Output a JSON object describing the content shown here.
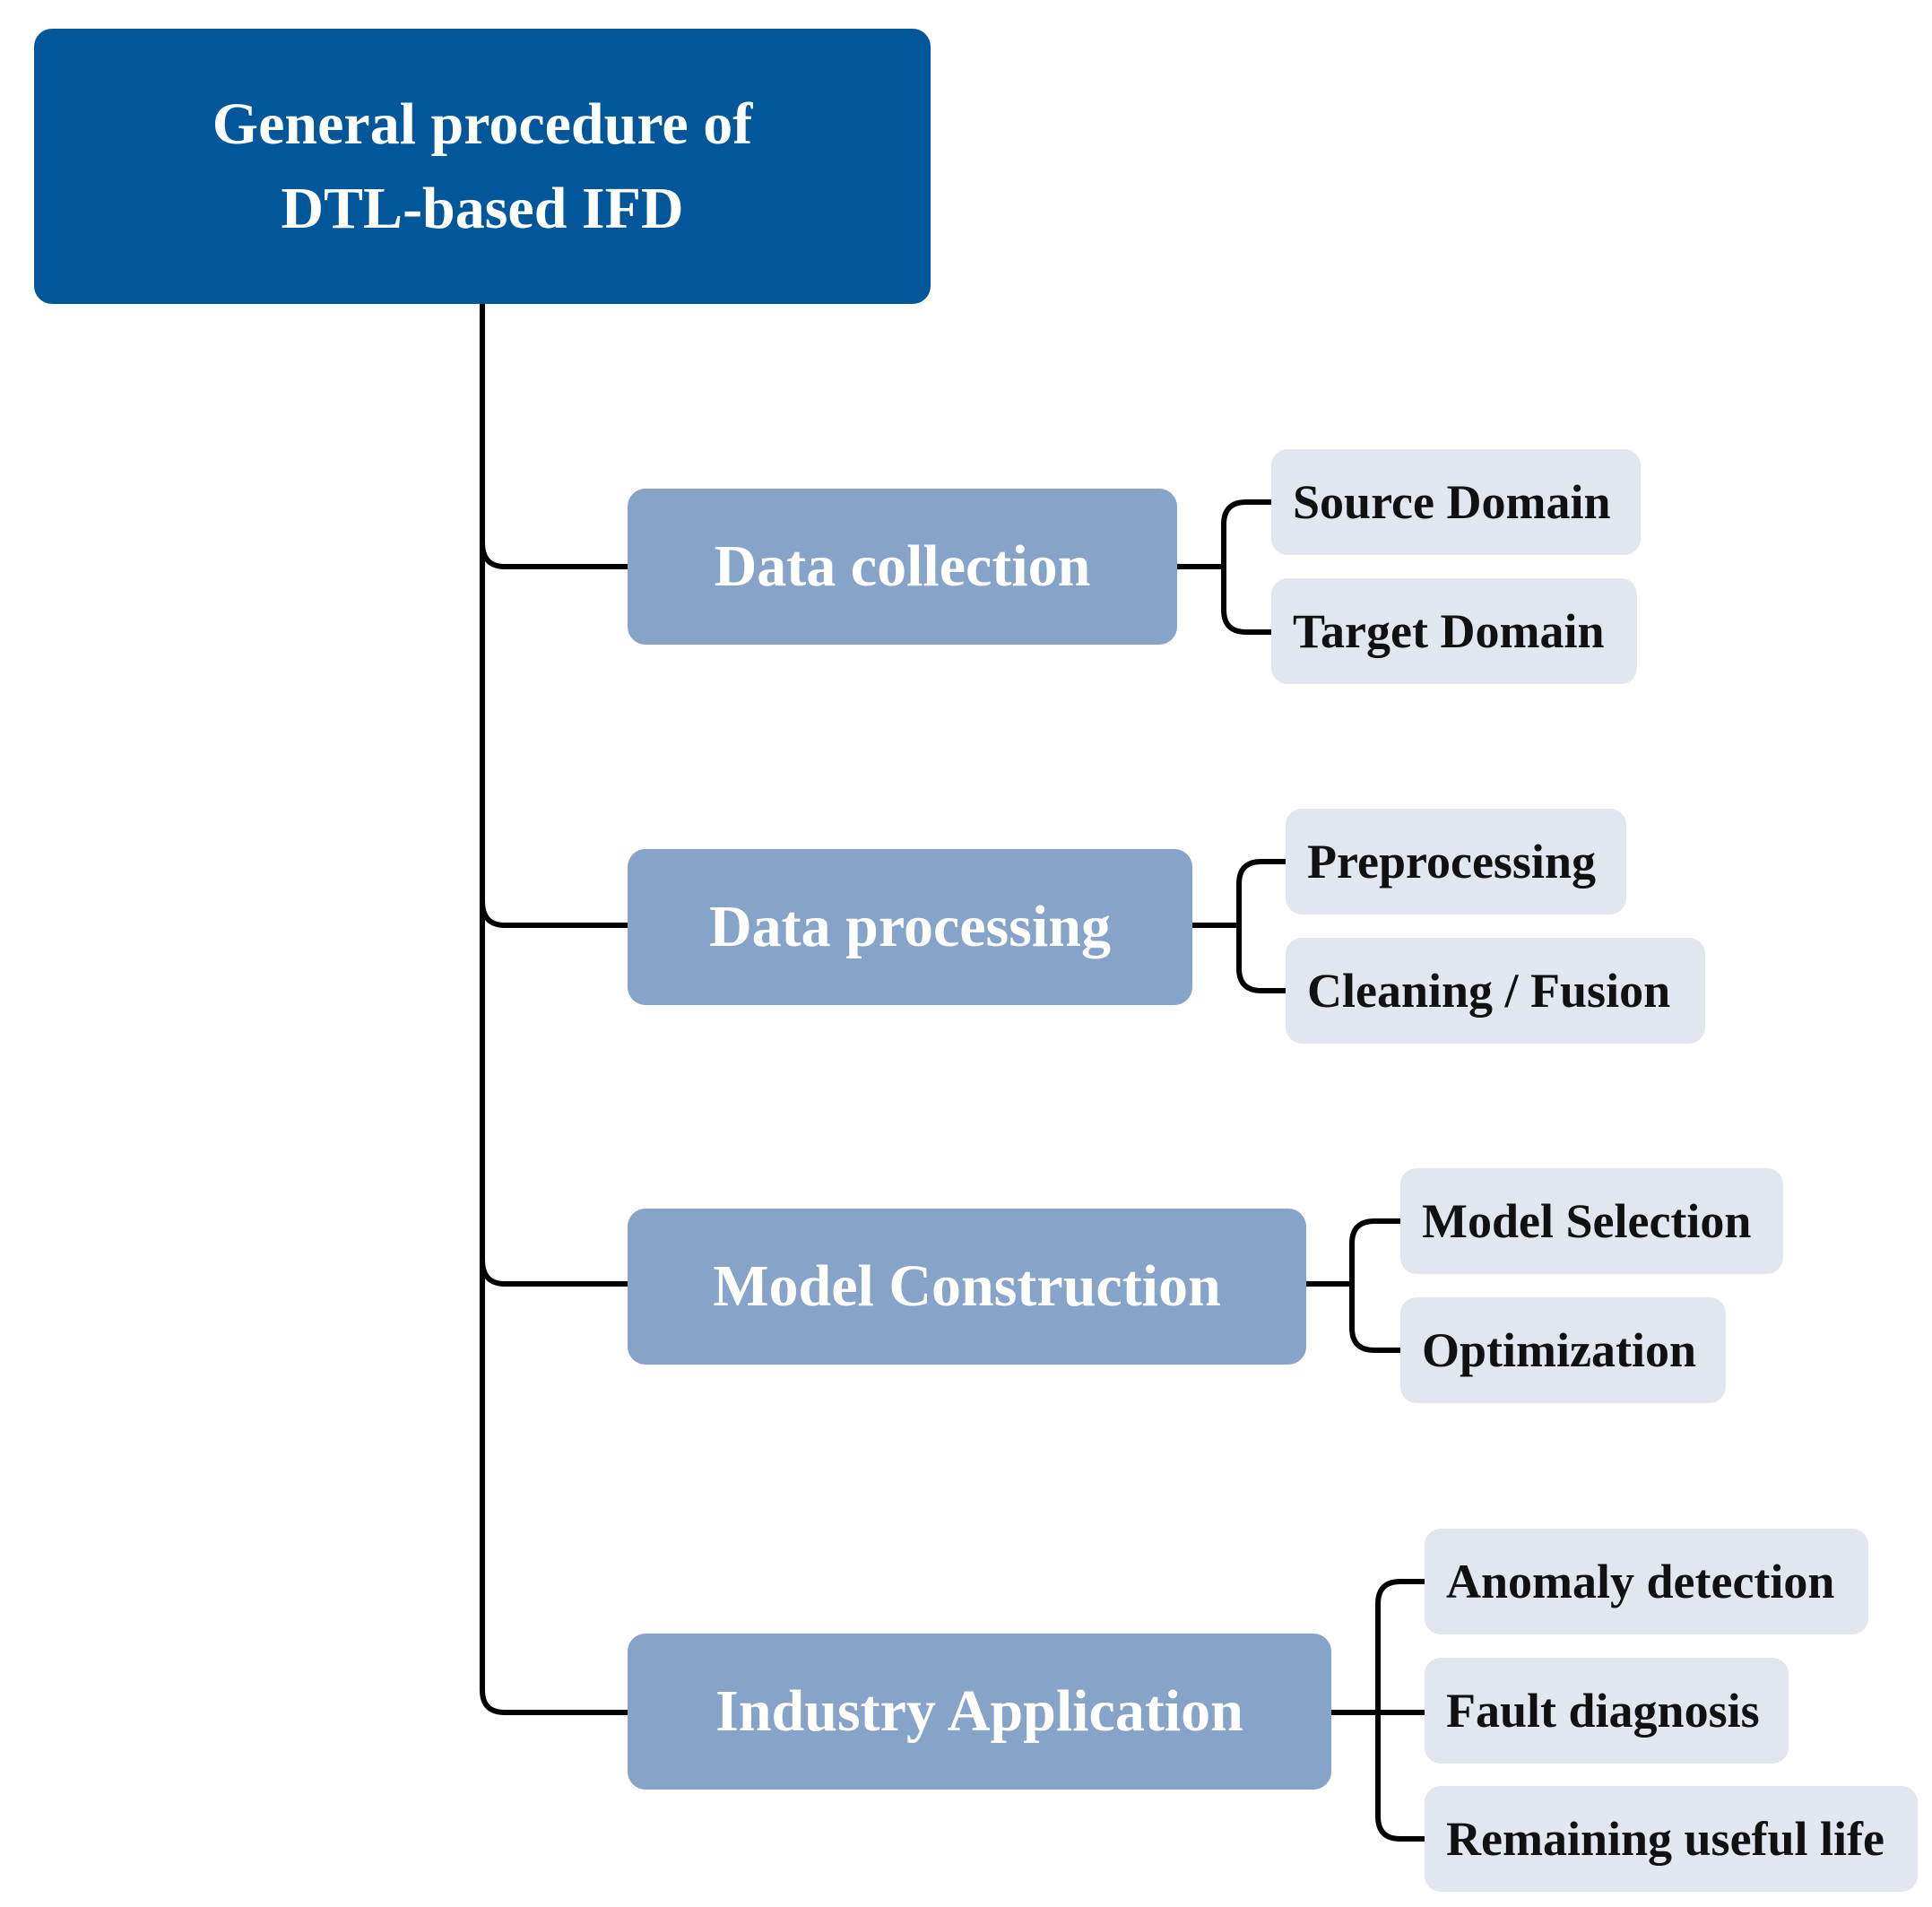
{
  "diagram": {
    "root": {
      "line1": "General procedure of",
      "line2": "DTL-based IFD"
    },
    "stages": [
      {
        "label": "Data collection",
        "children": [
          "Source Domain",
          "Target Domain"
        ]
      },
      {
        "label": "Data processing",
        "children": [
          "Preprocessing",
          "Cleaning / Fusion"
        ]
      },
      {
        "label": "Model Construction",
        "children": [
          "Model Selection",
          "Optimization"
        ]
      },
      {
        "label": "Industry Application",
        "children": [
          "Anomaly detection",
          "Fault diagnosis",
          "Remaining useful life"
        ]
      }
    ]
  },
  "colors": {
    "root_fill": "#02579b",
    "stage_fill": "#86a3c9",
    "leaf_fill": "#e1e6ef",
    "connector": "#000000"
  }
}
